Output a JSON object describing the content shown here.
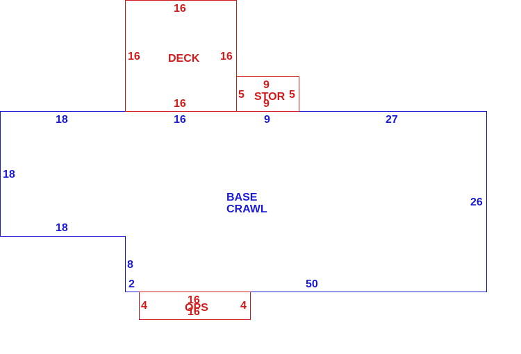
{
  "colors": {
    "main_area": "#1a1ad6",
    "addition": "#d01a1a",
    "background": "#ffffff"
  },
  "main_area": {
    "label_line1": "BASE",
    "label_line2": "CRAWL",
    "dims": {
      "top_left": "18",
      "top_mid": "16",
      "top_stor": "9",
      "top_right": "27",
      "left": "18",
      "right": "26",
      "step_bottom": "18",
      "step_side": "8",
      "bottom_short": "2",
      "bottom": "50"
    }
  },
  "deck": {
    "label": "DECK",
    "dims": {
      "top": "16",
      "left": "16",
      "right": "16",
      "bottom": "16"
    }
  },
  "stor": {
    "label": "STOR",
    "dims": {
      "top": "9",
      "left": "5",
      "right": "5",
      "bottom": "9"
    }
  },
  "ops": {
    "label": "OPS",
    "dims": {
      "top": "16",
      "left": "4",
      "right": "4",
      "bottom": "16"
    }
  }
}
